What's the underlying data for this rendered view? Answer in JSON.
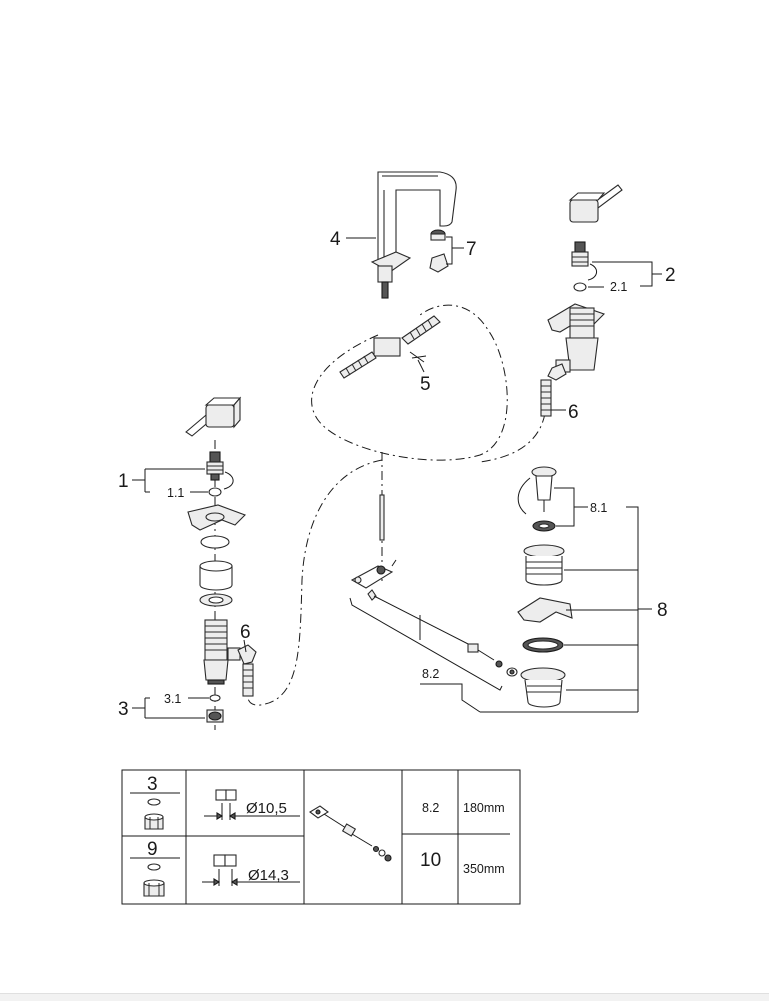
{
  "diagram": {
    "part_labels": {
      "p1": "1",
      "p1_1": "1.1",
      "p2": "2",
      "p2_1": "2.1",
      "p3": "3",
      "p3_1": "3.1",
      "p4": "4",
      "p5": "5",
      "p6_left": "6",
      "p6_right": "6",
      "p7": "7",
      "p8": "8",
      "p8_1": "8.1",
      "p8_2": "8.2"
    },
    "table": {
      "row1_number": "3",
      "row1_diameter": "Ø10,5",
      "row2_number": "9",
      "row2_diameter": "Ø14,3",
      "rod_label_top": "8.2",
      "rod_length_top": "180mm",
      "rod_label_bottom": "10",
      "rod_length_bottom": "350mm"
    }
  }
}
